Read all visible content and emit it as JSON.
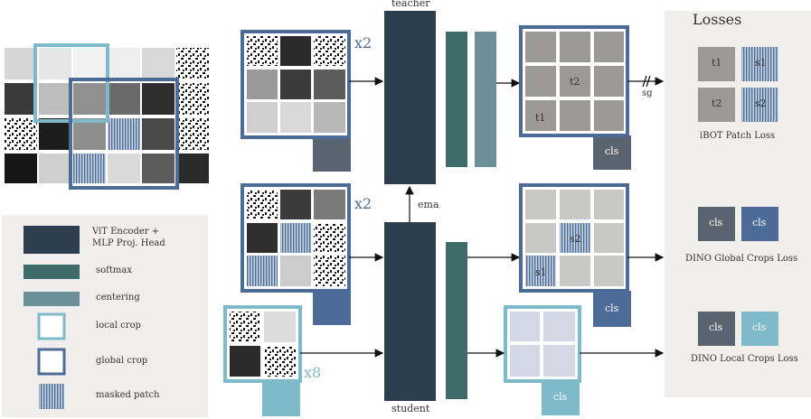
{
  "colors": {
    "encoder": "#2c3e50",
    "softmax": "#3f6c6a",
    "centering": "#6d8f98",
    "local_crop": "#7fbacb",
    "global_crop": "#4c6b96",
    "cls_dark": "#5a6470",
    "panel_bg": "#f0efee",
    "patch_gray": "#9c9a96",
    "patch_light": "#c8c8c6",
    "local_patch": "#d3d8e6"
  },
  "labels": {
    "teacher": "teacher",
    "student": "student",
    "ema": "ema",
    "sg": "sg",
    "x2_top": "x2",
    "x2_mid": "x2",
    "x8": "x8",
    "cls": "cls",
    "t1": "t1",
    "t2": "t2",
    "s1": "s1",
    "s2": "s2"
  },
  "losses": {
    "title": "Losses",
    "ibot": "iBOT Patch Loss",
    "dino_global": "DINO Global Crops Loss",
    "dino_local": "DINO Local Crops Loss"
  },
  "legend": {
    "items": [
      {
        "label_line1": "ViT Encoder +",
        "label_line2": "MLP Proj. Head"
      },
      {
        "label_line1": "softmax"
      },
      {
        "label_line1": "centering"
      },
      {
        "label_line1": "local crop"
      },
      {
        "label_line1": "global crop"
      },
      {
        "label_line1": "masked patch"
      }
    ]
  }
}
